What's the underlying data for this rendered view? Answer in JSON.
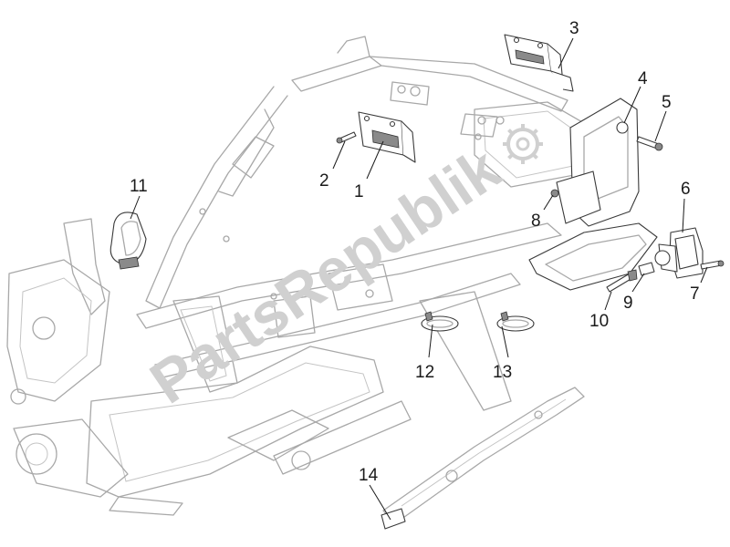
{
  "watermark": {
    "text": "PartsRepublik"
  },
  "callouts": [
    {
      "id": "1",
      "label": "1"
    },
    {
      "id": "2",
      "label": "2"
    },
    {
      "id": "3",
      "label": "3"
    },
    {
      "id": "4",
      "label": "4"
    },
    {
      "id": "5",
      "label": "5"
    },
    {
      "id": "6",
      "label": "6"
    },
    {
      "id": "7",
      "label": "7"
    },
    {
      "id": "8",
      "label": "8"
    },
    {
      "id": "9",
      "label": "9"
    },
    {
      "id": "10",
      "label": "10"
    },
    {
      "id": "11",
      "label": "11"
    },
    {
      "id": "12",
      "label": "12"
    },
    {
      "id": "13",
      "label": "13"
    },
    {
      "id": "14",
      "label": "14"
    }
  ],
  "colors": {
    "frame": "#a8a8a8",
    "part": "#3a3a3a",
    "watermark": "#d0d0d0",
    "label": "#1a1a1a"
  }
}
